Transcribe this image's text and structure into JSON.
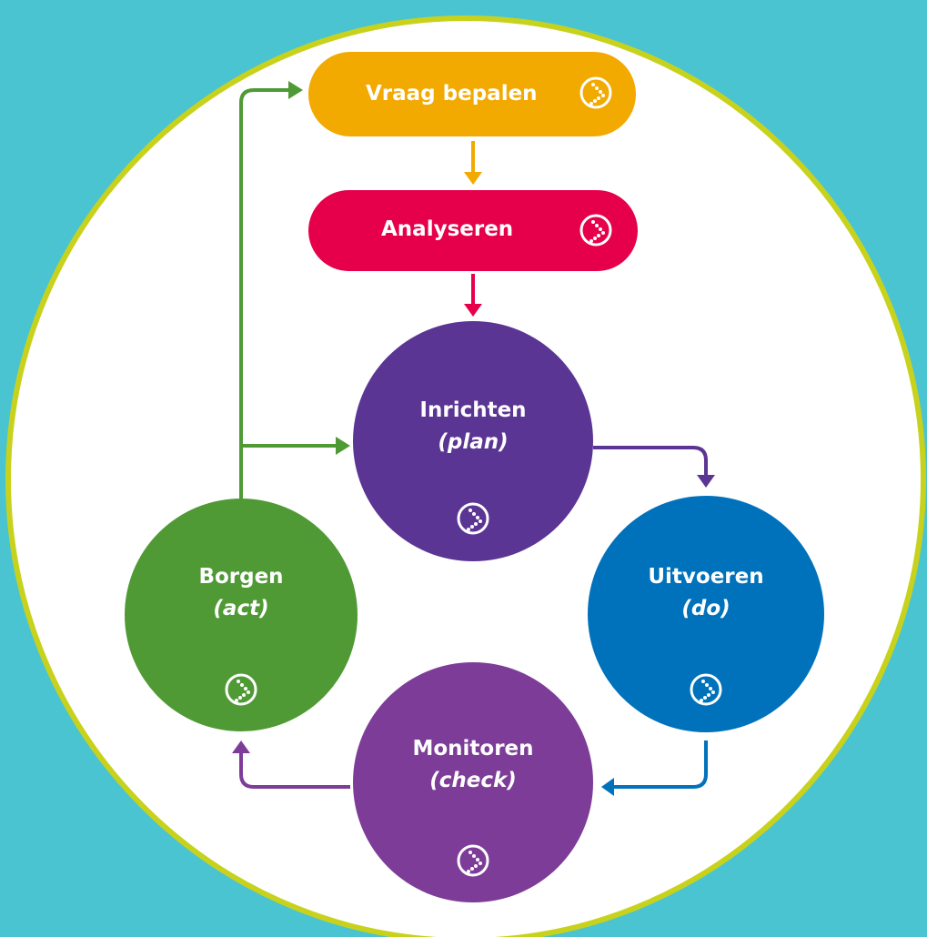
{
  "colors": {
    "background": "#4bc4d1",
    "disc": "#ffffff",
    "disc_border": "#c8d21c",
    "vraag": "#f2a900",
    "analyseren": "#e6004c",
    "inrichten": "#5b3593",
    "uitvoeren": "#0072bc",
    "monitoren": "#7d3c98",
    "borgen": "#4f9a35"
  },
  "nodes": {
    "vraag": {
      "label": "Vraag bepalen",
      "icon": "arrow-dots-icon"
    },
    "analyseren": {
      "label": "Analyseren",
      "icon": "arrow-dots-icon"
    },
    "inrichten": {
      "label": "Inrichten",
      "sub": "(plan)",
      "icon": "arrow-dots-icon"
    },
    "uitvoeren": {
      "label": "Uitvoeren",
      "sub": "(do)",
      "icon": "arrow-dots-icon"
    },
    "monitoren": {
      "label": "Monitoren",
      "sub": "(check)",
      "icon": "arrow-dots-icon"
    },
    "borgen": {
      "label": "Borgen",
      "sub": "(act)",
      "icon": "arrow-dots-icon"
    }
  }
}
